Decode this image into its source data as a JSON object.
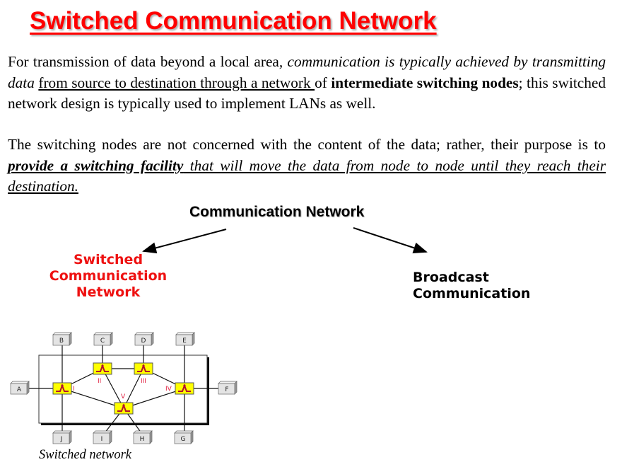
{
  "slide": {
    "title": "Switched Communication Network",
    "paragraph1": {
      "plain_start": "For transmission of data beyond a local area",
      "italic_part": ", communication is typically achieved by transmitting data",
      "space": " ",
      "underlined_part": "from source to destination through a network ",
      "plain_of": "of ",
      "bold_part": "intermediate switching nodes",
      "plain_end": "; this switched network design is typically used to implement LANs as well."
    },
    "paragraph2": {
      "plain_start": "The switching nodes are not concerned with the content of the data; rather, their purpose is to ",
      "bold_italic_underlined": "provide a switching facility",
      "italic_underlined_end": " that will move the data from node to node until they reach their destination."
    }
  },
  "tree": {
    "root": "Communication Network",
    "left_branch": {
      "line1": "Switched",
      "line2": "Communication",
      "line3": "Network",
      "color": "#ee1111"
    },
    "right_branch": {
      "line1": "Broadcast",
      "line2": "Communication",
      "color": "#000000"
    }
  },
  "diagram": {
    "caption": "Switched network",
    "stations": [
      "A",
      "B",
      "C",
      "D",
      "E",
      "F",
      "G",
      "H",
      "I",
      "J"
    ],
    "switches": [
      "I",
      "II",
      "III",
      "IV",
      "V"
    ],
    "colors": {
      "switch_fill": "#ffff00",
      "switch_glyph": "#b01030",
      "switch_label": "#e02040",
      "station_fill": "#e4e4e4"
    }
  }
}
